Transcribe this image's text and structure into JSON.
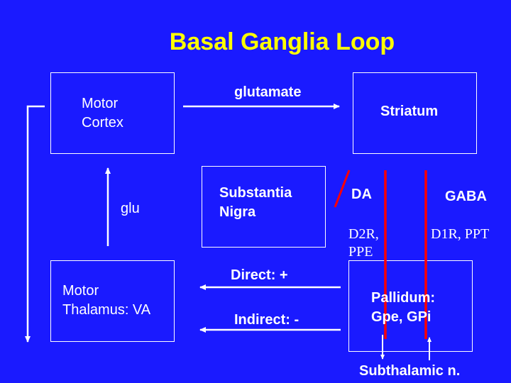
{
  "title": "Basal Ganglia Loop",
  "nodes": {
    "motor_cortex": [
      "Motor",
      "Cortex"
    ],
    "striatum": "Striatum",
    "substantia_nigra": [
      "Substantia",
      "Nigra"
    ],
    "motor_thalamus": [
      "Motor",
      "Thalamus: VA"
    ],
    "pallidum": [
      "Pallidum:",
      "Gpe, GPi"
    ],
    "subthalamic": "Subthalamic n."
  },
  "edge_labels": {
    "glutamate": "glutamate",
    "glu": "glu",
    "da": "DA",
    "gaba": "GABA",
    "d2r": [
      "D2R,",
      "PPE"
    ],
    "d1r": "D1R, PPT",
    "direct": "Direct: +",
    "indirect": "Indirect: -"
  },
  "colors": {
    "background": "#1a1aff",
    "title": "#ffff00",
    "text": "#ffffff",
    "pathway_line": "#ff0000"
  }
}
